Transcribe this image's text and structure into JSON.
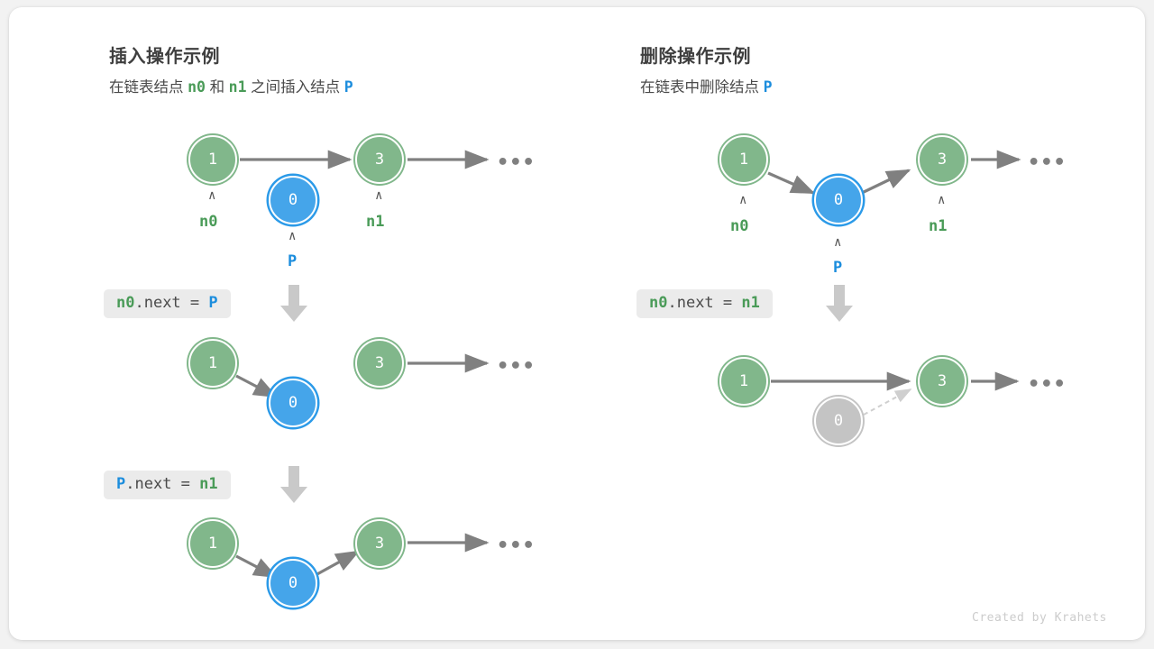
{
  "footer": {
    "text": "Created by Krahets"
  },
  "colors": {
    "green": "#81b78b",
    "green_text": "#4a9b58",
    "blue": "#45a5ea",
    "blue_text": "#1c8ddd",
    "grey_node": "#c4c4c4",
    "arrow": "#808080",
    "chip_bg": "#ebebeb",
    "card_bg": "#ffffff",
    "page_bg": "#f2f2f2"
  },
  "panels": {
    "insert": {
      "title": "插入操作示例",
      "subtitle_parts": {
        "p1": "在链表结点",
        "n0": "n0",
        "p2": "和",
        "n1": "n1",
        "p3": "之间插入结点",
        "p": "P"
      },
      "steps": [
        {
          "code": {
            "target": "n0",
            "middle": ".next = ",
            "value": "P",
            "target_color": "green",
            "value_color": "blue"
          },
          "nodes": [
            {
              "value": "1",
              "type": "green",
              "label": "n0",
              "label_color": "green"
            },
            {
              "value": "0",
              "type": "blue",
              "label": "P",
              "label_color": "blue"
            },
            {
              "value": "3",
              "type": "green",
              "label": "n1",
              "label_color": "green"
            }
          ],
          "ellipsis": "•••"
        },
        {
          "code": {
            "target": "P",
            "middle": ".next = ",
            "value": "n1",
            "target_color": "blue",
            "value_color": "green"
          },
          "nodes": [
            {
              "value": "1",
              "type": "green"
            },
            {
              "value": "0",
              "type": "blue"
            },
            {
              "value": "3",
              "type": "green"
            }
          ],
          "ellipsis": "•••"
        },
        {
          "nodes": [
            {
              "value": "1",
              "type": "green"
            },
            {
              "value": "0",
              "type": "blue"
            },
            {
              "value": "3",
              "type": "green"
            }
          ],
          "ellipsis": "•••"
        }
      ]
    },
    "remove": {
      "title": "删除操作示例",
      "subtitle_parts": {
        "p1": "在链表中删除结点",
        "p": "P"
      },
      "steps": [
        {
          "code": {
            "target": "n0",
            "middle": ".next = ",
            "value": "n1",
            "target_color": "green",
            "value_color": "green"
          },
          "nodes": [
            {
              "value": "1",
              "type": "green",
              "label": "n0",
              "label_color": "green"
            },
            {
              "value": "0",
              "type": "blue",
              "label": "P",
              "label_color": "blue"
            },
            {
              "value": "3",
              "type": "green",
              "label": "n1",
              "label_color": "green"
            }
          ],
          "ellipsis": "•••"
        },
        {
          "nodes": [
            {
              "value": "1",
              "type": "green"
            },
            {
              "value": "0",
              "type": "grey"
            },
            {
              "value": "3",
              "type": "green"
            }
          ],
          "ellipsis": "•••"
        }
      ]
    }
  }
}
